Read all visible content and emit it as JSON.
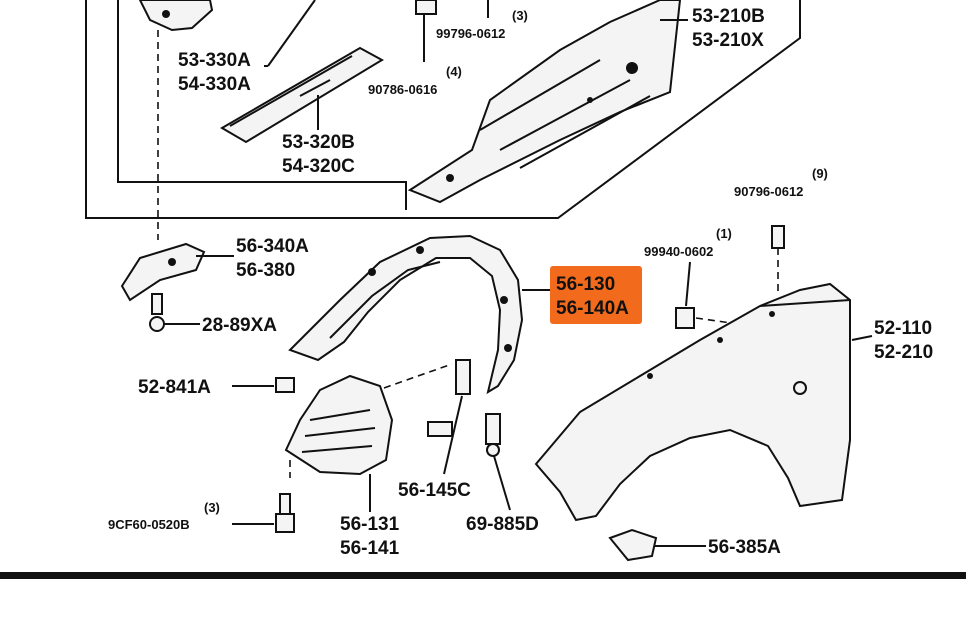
{
  "labels": {
    "p53_330A": "53-330A",
    "p54_330A": "54-330A",
    "p53_320B": "53-320B",
    "p54_320C": "54-320C",
    "p99796_0612": "99796-0612",
    "p99796_qty": "(3)",
    "p90786_0616": "90786-0616",
    "p90786_qty": "(4)",
    "p53_210B": "53-210B",
    "p53_210X": "53-210X",
    "p90796_0612": "90796-0612",
    "p90796_qty": "(9)",
    "p99940_0602": "99940-0602",
    "p99940_qty": "(1)",
    "p56_340A": "56-340A",
    "p56_380": "56-380",
    "p28_89XA": "28-89XA",
    "p56_130": "56-130",
    "p56_140A": "56-140A",
    "p52_110": "52-110",
    "p52_210": "52-210",
    "p52_841A": "52-841A",
    "p56_145C": "56-145C",
    "p9CF60_0520B": "9CF60-0520B",
    "p9CF60_qty": "(3)",
    "p56_131": "56-131",
    "p56_141": "56-141",
    "p69_885D": "69-885D",
    "p56_385A": "56-385A"
  },
  "colors": {
    "highlight": "#f26a1b",
    "ink": "#111111",
    "background": "#ffffff"
  }
}
